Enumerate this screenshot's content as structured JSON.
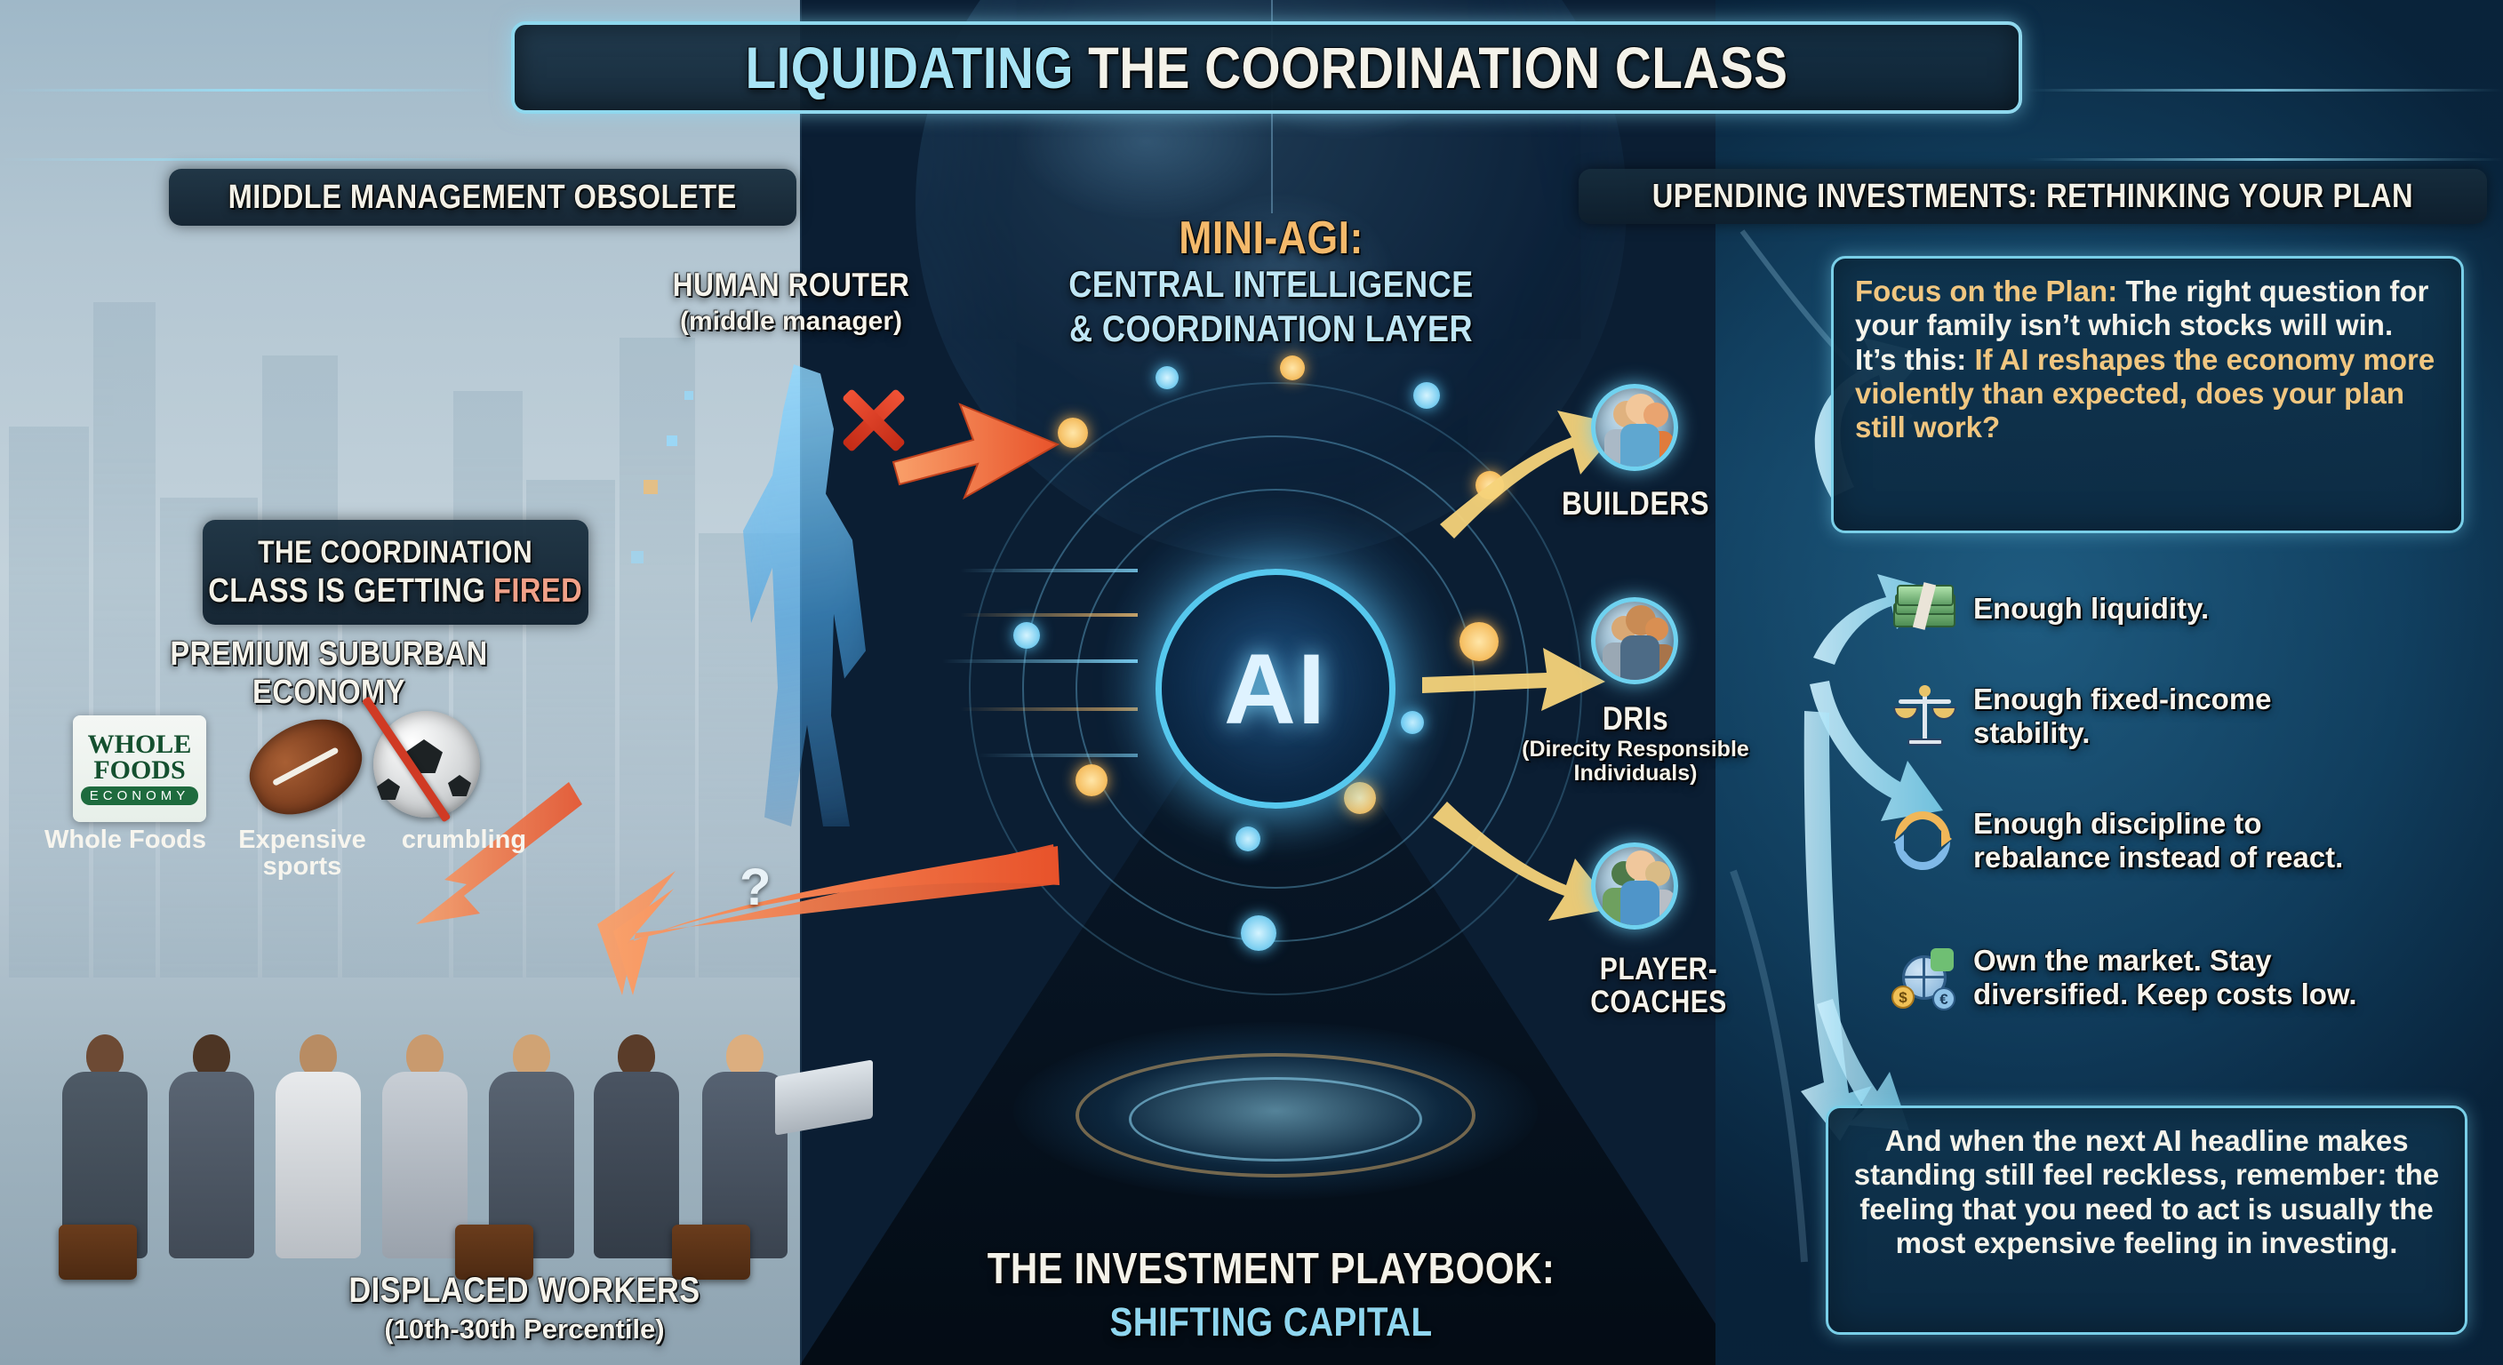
{
  "title": {
    "accent": "LIQUIDATING",
    "rest": "THE COORDINATION CLASS"
  },
  "colors": {
    "accent_cyan": "#8fd8ee",
    "title_accent": "#a8e4f5",
    "amber": "#f0c680",
    "fired_red": "#f0a189",
    "panel_border": "#79cfe8",
    "orange_arrow": "#f06a3a",
    "yellow_arrow": "#f6d37a"
  },
  "left_panel": {
    "header": "MIDDLE MANAGEMENT OBSOLETE",
    "router_label": "HUMAN ROUTER",
    "router_sublabel": "(middle manager)",
    "fired_banner": {
      "line1": "THE COORDINATION",
      "line2_white": "CLASS IS GETTING",
      "line2_accent": "FIRED"
    },
    "suburban_header": "PREMIUM SUBURBAN ECONOMY",
    "suburban_items": [
      {
        "icon": "whole-foods-logo",
        "caption": "Whole Foods"
      },
      {
        "icon": "football-icon",
        "caption": "Expensive sports"
      },
      {
        "icon": "soccer-ball-declining-icon",
        "caption": "crumbling"
      }
    ],
    "brand": {
      "line1": "WHOLE",
      "line2": "FOODS",
      "line3": "ECONOMY"
    },
    "workers_label": "DISPLACED WORKERS",
    "workers_sublabel": "(10th-30th Percentile)",
    "question_mark": "?"
  },
  "center": {
    "core_label": "AI",
    "mini_agi_title": "MINI-AGI:",
    "mini_agi_line1": "CENTRAL INTELLIGENCE",
    "mini_agi_line2": "& COORDINATION LAYER",
    "nodes": [
      {
        "icon": "people-group-icon",
        "label": "BUILDERS",
        "sublabel": ""
      },
      {
        "icon": "people-group-icon",
        "label": "DRIs",
        "sublabel": "(Direcity Responsible Individuals)"
      },
      {
        "icon": "people-group-icon",
        "label": "PLAYER-COACHES",
        "sublabel": ""
      }
    ],
    "playbook_line1": "THE INVESTMENT PLAYBOOK:",
    "playbook_line2": "SHIFTING CAPITAL"
  },
  "right_panel": {
    "header": "UPENDING INVESTMENTS: RETHINKING YOUR PLAN",
    "focus_box": {
      "lead": "Focus on the Plan:",
      "mid": " The right question for your family isn’t which stocks will win. It’s this:",
      "tail": "If AI reshapes the economy more violently than expected, does your plan still work?"
    },
    "bullets": [
      {
        "icon": "cash-stack-icon",
        "text": "Enough liquidity."
      },
      {
        "icon": "balance-scale-icon",
        "text": "Enough fixed-income stability."
      },
      {
        "icon": "rebalance-arrows-icon",
        "text": "Enough discipline to rebalance instead of react."
      },
      {
        "icon": "globe-currency-icon",
        "text": "Own the market. Stay diversified. Keep costs low."
      }
    ],
    "closing_box": "And when the next AI headline makes standing still feel reckless, remember: the feeling that you need to act is usually the most expensive feeling in investing."
  }
}
